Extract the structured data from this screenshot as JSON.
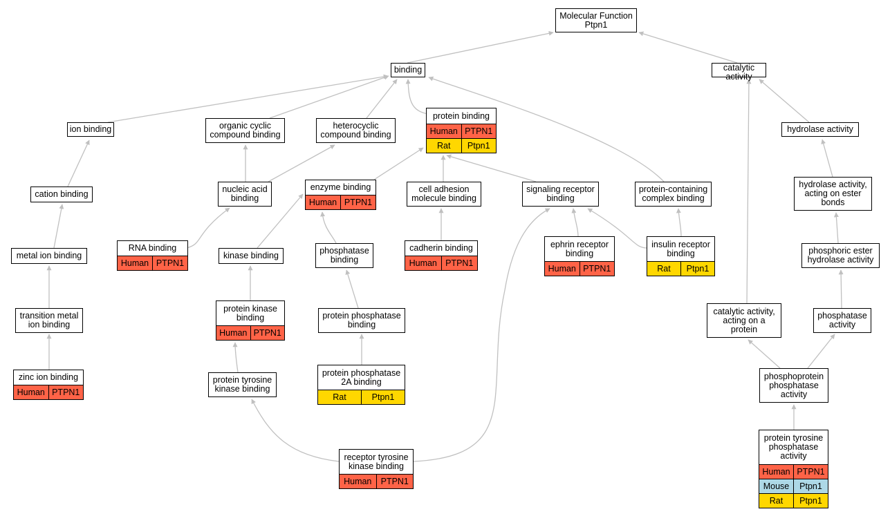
{
  "graph": {
    "title": "Molecular Function\nPtpn1",
    "colors": {
      "Human": "#ff6347",
      "Rat": "#ffd700",
      "Mouse": "#add8e6",
      "edge": "#c0c0c0"
    },
    "nodes": [
      {
        "id": "root",
        "label": "Molecular Function\nPtpn1",
        "rows": []
      },
      {
        "id": "binding",
        "label": "binding",
        "rows": []
      },
      {
        "id": "catalytic",
        "label": "catalytic activity",
        "rows": []
      },
      {
        "id": "ion",
        "label": "ion binding",
        "rows": []
      },
      {
        "id": "organic",
        "label": "organic cyclic\ncompound binding",
        "rows": []
      },
      {
        "id": "hetero",
        "label": "heterocyclic\ncompound binding",
        "rows": []
      },
      {
        "id": "protein",
        "label": "protein binding",
        "rows": [
          [
            "Human",
            "PTPN1"
          ],
          [
            "Rat",
            "Ptpn1"
          ]
        ]
      },
      {
        "id": "hydrolase",
        "label": "hydrolase activity",
        "rows": []
      },
      {
        "id": "cation",
        "label": "cation binding",
        "rows": []
      },
      {
        "id": "nucleic",
        "label": "nucleic acid\nbinding",
        "rows": []
      },
      {
        "id": "enzyme",
        "label": "enzyme binding",
        "rows": [
          [
            "Human",
            "PTPN1"
          ]
        ]
      },
      {
        "id": "celladh",
        "label": "cell adhesion\nmolecule binding",
        "rows": []
      },
      {
        "id": "sigrec",
        "label": "signaling receptor\nbinding",
        "rows": []
      },
      {
        "id": "complex",
        "label": "protein-containing\ncomplex binding",
        "rows": []
      },
      {
        "id": "ester",
        "label": "hydrolase activity,\nacting on ester\nbonds",
        "rows": []
      },
      {
        "id": "rna",
        "label": "RNA binding",
        "rows": [
          [
            "Human",
            "PTPN1"
          ]
        ]
      },
      {
        "id": "metal",
        "label": "metal ion binding",
        "rows": []
      },
      {
        "id": "kinase",
        "label": "kinase binding",
        "rows": []
      },
      {
        "id": "phosbind",
        "label": "phosphatase\nbinding",
        "rows": []
      },
      {
        "id": "cadherin",
        "label": "cadherin binding",
        "rows": [
          [
            "Human",
            "PTPN1"
          ]
        ]
      },
      {
        "id": "ephrin",
        "label": "ephrin receptor\nbinding",
        "rows": [
          [
            "Human",
            "PTPN1"
          ]
        ]
      },
      {
        "id": "insulin",
        "label": "insulin receptor\nbinding",
        "rows": [
          [
            "Rat",
            "Ptpn1"
          ]
        ]
      },
      {
        "id": "phosester",
        "label": "phosphoric ester\nhydrolase activity",
        "rows": []
      },
      {
        "id": "transition",
        "label": "transition metal\nion binding",
        "rows": []
      },
      {
        "id": "protkin",
        "label": "protein kinase\nbinding",
        "rows": [
          [
            "Human",
            "PTPN1"
          ]
        ]
      },
      {
        "id": "protphos",
        "label": "protein phosphatase\nbinding",
        "rows": []
      },
      {
        "id": "catprot",
        "label": "catalytic activity,\nacting on a\nprotein",
        "rows": []
      },
      {
        "id": "phosact",
        "label": "phosphatase\nactivity",
        "rows": []
      },
      {
        "id": "zinc",
        "label": "zinc ion binding",
        "rows": [
          [
            "Human",
            "PTPN1"
          ]
        ]
      },
      {
        "id": "ptkb",
        "label": "protein tyrosine\nkinase binding",
        "rows": []
      },
      {
        "id": "pp2a",
        "label": "protein phosphatase\n2A binding",
        "rows": [
          [
            "Rat",
            "Ptpn1"
          ]
        ]
      },
      {
        "id": "phosprot",
        "label": "phosphoprotein\nphosphatase\nactivity",
        "rows": []
      },
      {
        "id": "rtkb",
        "label": "receptor tyrosine\nkinase binding",
        "rows": [
          [
            "Human",
            "PTPN1"
          ]
        ]
      },
      {
        "id": "ptpa",
        "label": "protein tyrosine\nphosphatase\nactivity",
        "rows": [
          [
            "Human",
            "PTPN1"
          ],
          [
            "Mouse",
            "Ptpn1"
          ],
          [
            "Rat",
            "Ptpn1"
          ]
        ]
      }
    ]
  }
}
